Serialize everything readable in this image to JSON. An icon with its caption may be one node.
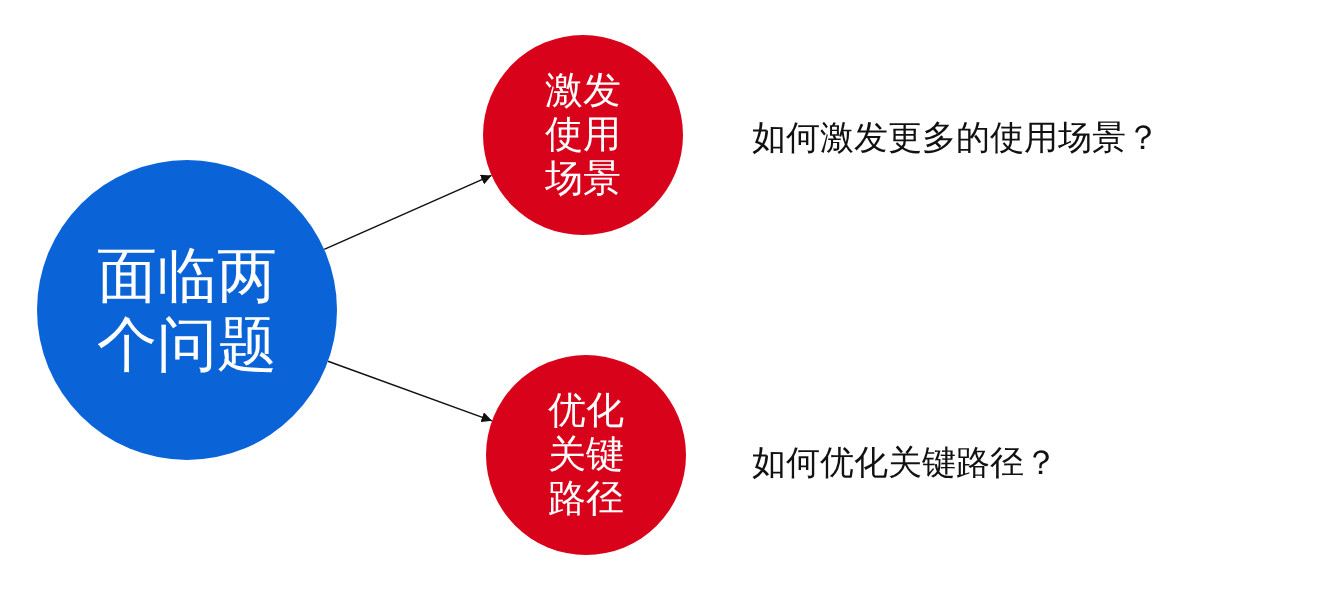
{
  "diagram": {
    "nodes": [
      {
        "text": [
          "面临两个问题"
        ]
      },
      {
        "text": [
          "激发使用场景"
        ]
      },
      {
        "text": [
          "优化关键路径"
        ]
      }
    ],
    "edges": [
      {
        "from": 0,
        "to": 1,
        "arrow": "to"
      },
      {
        "from": 0,
        "to": 2,
        "arrow": "to"
      }
    ],
    "labels": [
      "如何激发更多的使用场景？",
      "如何优化关键路径？"
    ]
  }
}
